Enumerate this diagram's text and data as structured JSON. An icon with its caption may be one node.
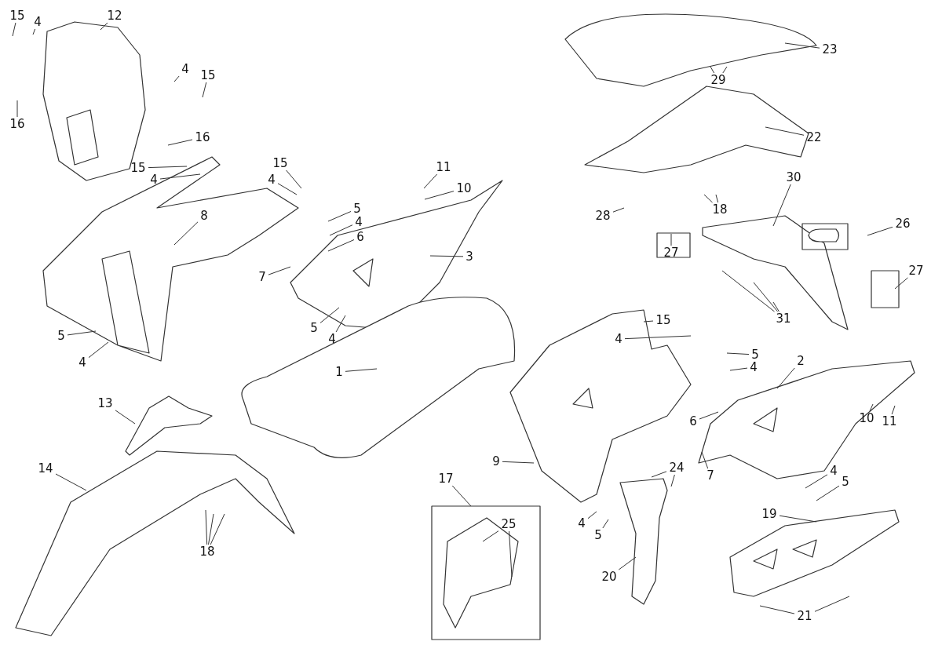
{
  "diagram": {
    "nodes": [
      {
        "text": [
          "15"
        ]
      },
      {
        "text": [
          "4"
        ]
      },
      {
        "text": [
          "12"
        ]
      },
      {
        "text": [
          "16"
        ]
      },
      {
        "text": [
          "4"
        ]
      },
      {
        "text": [
          "15"
        ]
      },
      {
        "text": [
          "16"
        ]
      },
      {
        "text": [
          "15"
        ]
      },
      {
        "text": [
          "4"
        ]
      },
      {
        "text": [
          "8"
        ]
      },
      {
        "text": [
          "15"
        ]
      },
      {
        "text": [
          "4"
        ]
      },
      {
        "text": [
          "5"
        ]
      },
      {
        "text": [
          "4"
        ]
      },
      {
        "text": [
          "6"
        ]
      },
      {
        "text": [
          "7"
        ]
      },
      {
        "text": [
          "5"
        ]
      },
      {
        "text": [
          "4"
        ]
      },
      {
        "text": [
          "3"
        ]
      },
      {
        "text": [
          "11"
        ]
      },
      {
        "text": [
          "10"
        ]
      },
      {
        "text": [
          "5"
        ]
      },
      {
        "text": [
          "4"
        ]
      },
      {
        "text": [
          "1"
        ]
      },
      {
        "text": [
          "13"
        ]
      },
      {
        "text": [
          "14"
        ]
      },
      {
        "text": [
          "18"
        ]
      },
      {
        "text": [
          "23"
        ]
      },
      {
        "text": [
          "29"
        ]
      },
      {
        "text": [
          "22"
        ]
      },
      {
        "text": [
          "28"
        ]
      },
      {
        "text": [
          "18"
        ]
      },
      {
        "text": [
          "30"
        ]
      },
      {
        "text": [
          "26"
        ]
      },
      {
        "text": [
          "27"
        ]
      },
      {
        "text": [
          "27"
        ]
      },
      {
        "text": [
          "31"
        ]
      },
      {
        "text": [
          "15"
        ]
      },
      {
        "text": [
          "4"
        ]
      },
      {
        "text": [
          "5"
        ]
      },
      {
        "text": [
          "4"
        ]
      },
      {
        "text": [
          "2"
        ]
      },
      {
        "text": [
          "6"
        ]
      },
      {
        "text": [
          "10"
        ]
      },
      {
        "text": [
          "11"
        ]
      },
      {
        "text": [
          "9"
        ]
      },
      {
        "text": [
          "24"
        ]
      },
      {
        "text": [
          "7"
        ]
      },
      {
        "text": [
          "4"
        ]
      },
      {
        "text": [
          "5"
        ]
      },
      {
        "text": [
          "4"
        ]
      },
      {
        "text": [
          "5"
        ]
      },
      {
        "text": [
          "17"
        ]
      },
      {
        "text": [
          "25"
        ]
      },
      {
        "text": [
          "19"
        ]
      },
      {
        "text": [
          "20"
        ]
      },
      {
        "text": [
          "21"
        ]
      }
    ],
    "edges": [
      {
        "from": 0,
        "to": null,
        "arrow": "none"
      },
      {
        "from": 1,
        "to": null,
        "arrow": "none"
      },
      {
        "from": 2,
        "to": null,
        "arrow": "none"
      },
      {
        "from": 3,
        "to": null,
        "arrow": "none"
      },
      {
        "from": 4,
        "to": null,
        "arrow": "none"
      },
      {
        "from": 5,
        "to": null,
        "arrow": "none"
      },
      {
        "from": 6,
        "to": null,
        "arrow": "none"
      },
      {
        "from": 7,
        "to": null,
        "arrow": "none"
      },
      {
        "from": 8,
        "to": null,
        "arrow": "none"
      },
      {
        "from": 9,
        "to": null,
        "arrow": "none"
      },
      {
        "from": 10,
        "to": null,
        "arrow": "none"
      },
      {
        "from": 11,
        "to": null,
        "arrow": "none"
      },
      {
        "from": 12,
        "to": null,
        "arrow": "none"
      },
      {
        "from": 13,
        "to": null,
        "arrow": "none"
      },
      {
        "from": 14,
        "to": null,
        "arrow": "none"
      },
      {
        "from": 15,
        "to": null,
        "arrow": "none"
      },
      {
        "from": 16,
        "to": null,
        "arrow": "none"
      },
      {
        "from": 17,
        "to": null,
        "arrow": "none"
      },
      {
        "from": 18,
        "to": null,
        "arrow": "none"
      },
      {
        "from": 19,
        "to": null,
        "arrow": "none"
      },
      {
        "from": 20,
        "to": null,
        "arrow": "none"
      },
      {
        "from": 21,
        "to": null,
        "arrow": "none"
      },
      {
        "from": 22,
        "to": null,
        "arrow": "none"
      },
      {
        "from": 23,
        "to": null,
        "arrow": "none"
      },
      {
        "from": 24,
        "to": null,
        "arrow": "none"
      },
      {
        "from": 25,
        "to": null,
        "arrow": "none"
      },
      {
        "from": 26,
        "to": null,
        "arrow": "none"
      },
      {
        "from": 26,
        "to": null,
        "arrow": "none"
      },
      {
        "from": 26,
        "to": null,
        "arrow": "none"
      },
      {
        "from": 27,
        "to": null,
        "arrow": "none"
      },
      {
        "from": 28,
        "to": null,
        "arrow": "none"
      },
      {
        "from": 28,
        "to": null,
        "arrow": "none"
      },
      {
        "from": 29,
        "to": null,
        "arrow": "none"
      },
      {
        "from": 30,
        "to": null,
        "arrow": "none"
      },
      {
        "from": 31,
        "to": null,
        "arrow": "none"
      },
      {
        "from": 31,
        "to": null,
        "arrow": "none"
      },
      {
        "from": 32,
        "to": null,
        "arrow": "none"
      },
      {
        "from": 33,
        "to": null,
        "arrow": "none"
      },
      {
        "from": 34,
        "to": null,
        "arrow": "none"
      },
      {
        "from": 35,
        "to": null,
        "arrow": "none"
      },
      {
        "from": 36,
        "to": null,
        "arrow": "none"
      },
      {
        "from": 36,
        "to": null,
        "arrow": "none"
      },
      {
        "from": 36,
        "to": null,
        "arrow": "none"
      },
      {
        "from": 37,
        "to": null,
        "arrow": "none"
      },
      {
        "from": 38,
        "to": null,
        "arrow": "none"
      },
      {
        "from": 39,
        "to": null,
        "arrow": "none"
      },
      {
        "from": 40,
        "to": null,
        "arrow": "none"
      },
      {
        "from": 41,
        "to": null,
        "arrow": "none"
      },
      {
        "from": 42,
        "to": null,
        "arrow": "none"
      },
      {
        "from": 43,
        "to": null,
        "arrow": "none"
      },
      {
        "from": 44,
        "to": null,
        "arrow": "none"
      },
      {
        "from": 45,
        "to": null,
        "arrow": "none"
      },
      {
        "from": 46,
        "to": null,
        "arrow": "none"
      },
      {
        "from": 46,
        "to": null,
        "arrow": "none"
      },
      {
        "from": 47,
        "to": null,
        "arrow": "none"
      },
      {
        "from": 48,
        "to": null,
        "arrow": "none"
      },
      {
        "from": 49,
        "to": null,
        "arrow": "none"
      },
      {
        "from": 50,
        "to": null,
        "arrow": "none"
      },
      {
        "from": 51,
        "to": null,
        "arrow": "none"
      },
      {
        "from": 52,
        "to": null,
        "arrow": "none"
      },
      {
        "from": 53,
        "to": null,
        "arrow": "none"
      },
      {
        "from": 53,
        "to": null,
        "arrow": "none"
      },
      {
        "from": 54,
        "to": null,
        "arrow": "none"
      },
      {
        "from": 55,
        "to": null,
        "arrow": "none"
      },
      {
        "from": 56,
        "to": null,
        "arrow": "none"
      },
      {
        "from": 56,
        "to": null,
        "arrow": "none"
      }
    ]
  }
}
